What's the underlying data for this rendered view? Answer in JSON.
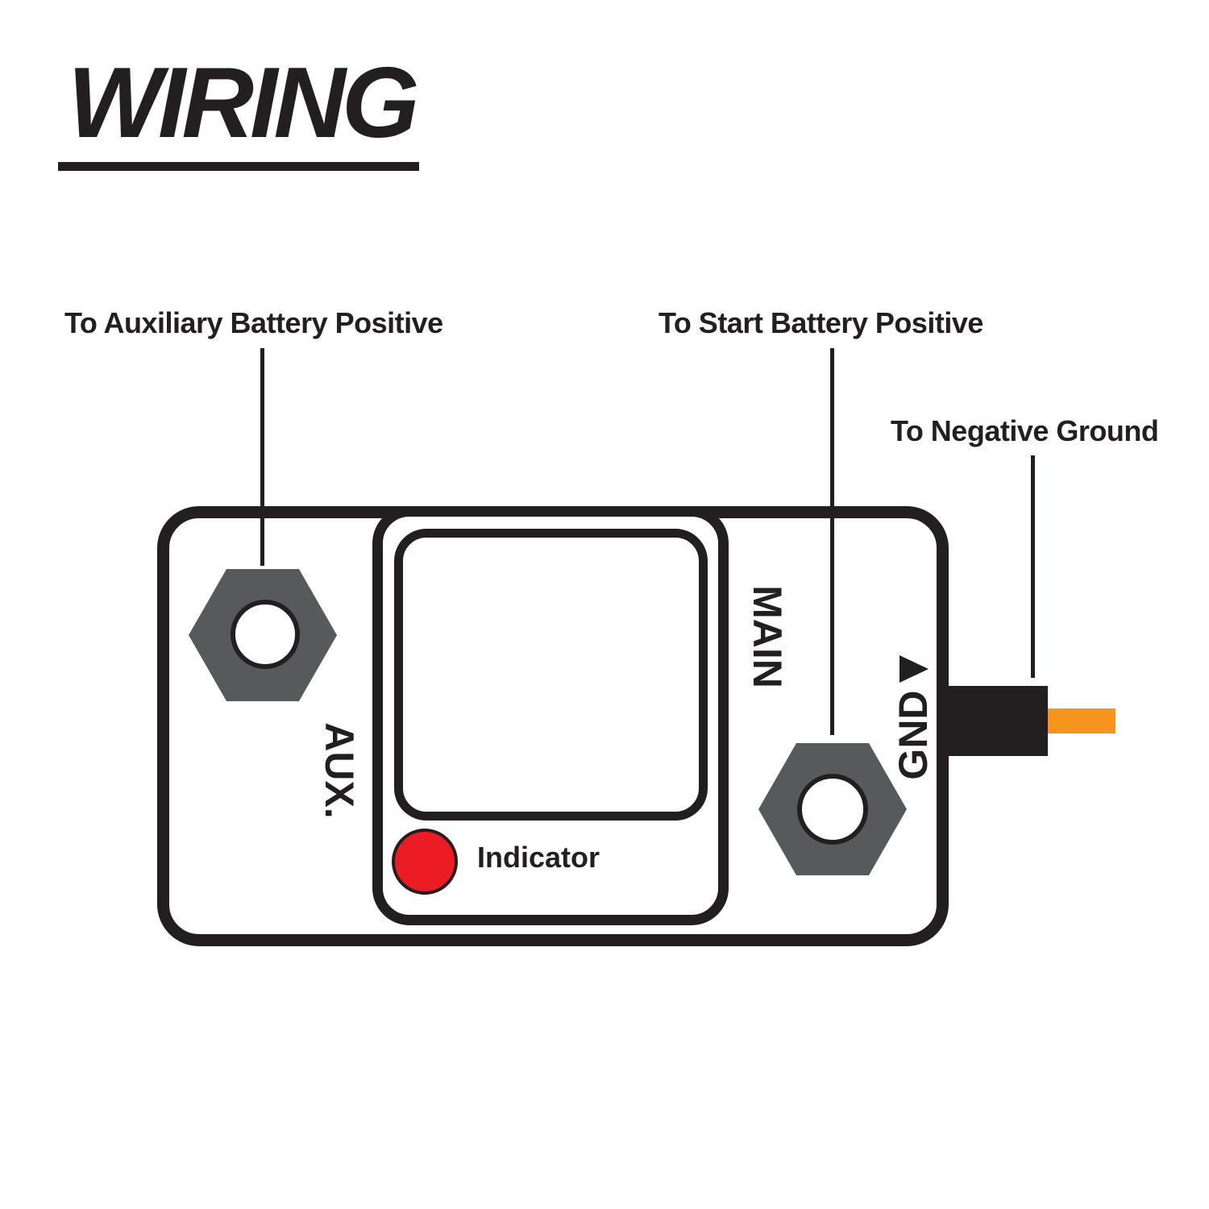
{
  "page": {
    "title": "WIRING"
  },
  "callouts": {
    "aux_positive": "To Auxiliary Battery Positive",
    "start_positive": "To Start Battery Positive",
    "negative_ground": "To Negative Ground"
  },
  "device": {
    "aux_terminal_label": "AUX.",
    "main_terminal_label": "MAIN",
    "ground_terminal_label": "GND",
    "indicator_label": "Indicator"
  },
  "icons": {
    "ground_arrow": "right-pointing-triangle"
  },
  "colors": {
    "line_black": "#231f20",
    "nut_gray": "#58595b",
    "indicator_red": "#ec1c24",
    "wire_orange": "#f7941e",
    "page_bg": "#ffffff"
  }
}
